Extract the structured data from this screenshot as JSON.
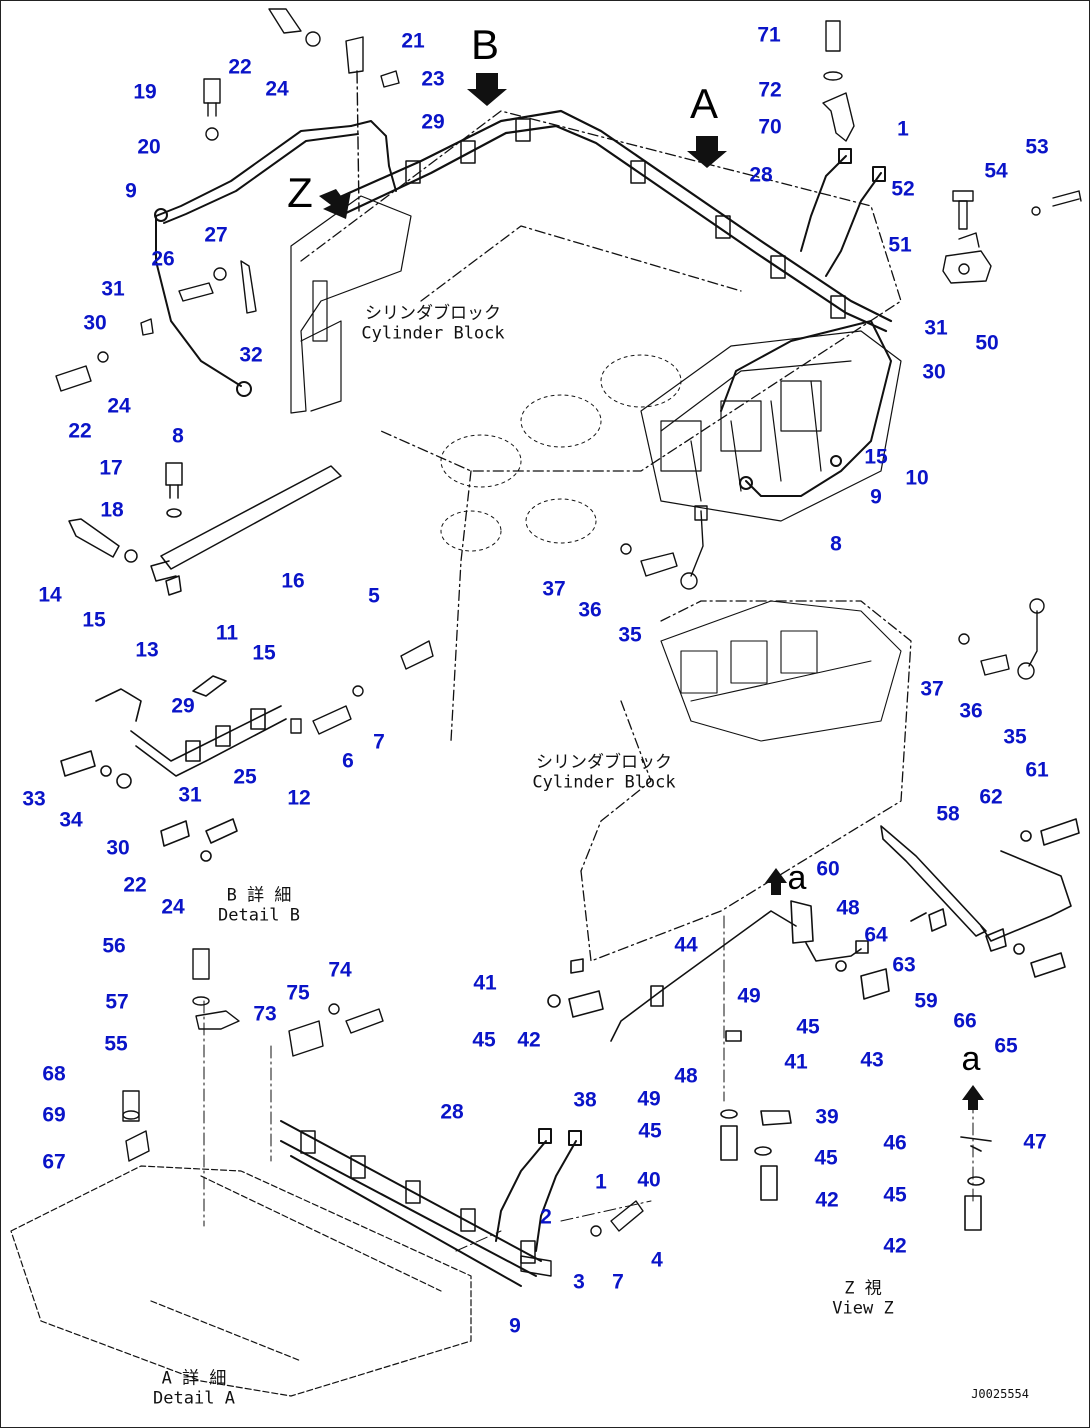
{
  "drawing_number": "J0025554",
  "callouts": [
    "1",
    "2",
    "3",
    "4",
    "5",
    "6",
    "7",
    "8",
    "9",
    "10",
    "11",
    "12",
    "13",
    "14",
    "15",
    "16",
    "17",
    "18",
    "19",
    "20",
    "21",
    "22",
    "23",
    "24",
    "25",
    "26",
    "27",
    "28",
    "29",
    "30",
    "31",
    "32",
    "33",
    "34",
    "35",
    "36",
    "37",
    "38",
    "39",
    "40",
    "41",
    "42",
    "43",
    "44",
    "45",
    "46",
    "47",
    "48",
    "49",
    "50",
    "51",
    "52",
    "53",
    "54",
    "55",
    "56",
    "57",
    "58",
    "59",
    "60",
    "61",
    "62",
    "63",
    "64",
    "65",
    "66",
    "67",
    "68",
    "69",
    "70",
    "71",
    "72",
    "73",
    "74",
    "75"
  ],
  "views": {
    "A": "A",
    "B": "B",
    "Z": "Z",
    "a": "a"
  },
  "captions": {
    "cylinder_block_jp": "シリンダブロック",
    "cylinder_block_en": "Cylinder Block",
    "detail_b_jp": "B 詳 細",
    "detail_b_en": "Detail B",
    "detail_a_jp": "A 詳 細",
    "detail_a_en": "Detail A",
    "view_z_jp": "Z 視",
    "view_z_en": "View Z"
  },
  "colors": {
    "callout": "#0a14c8",
    "linework": "#111111",
    "background": "#ffffff"
  }
}
